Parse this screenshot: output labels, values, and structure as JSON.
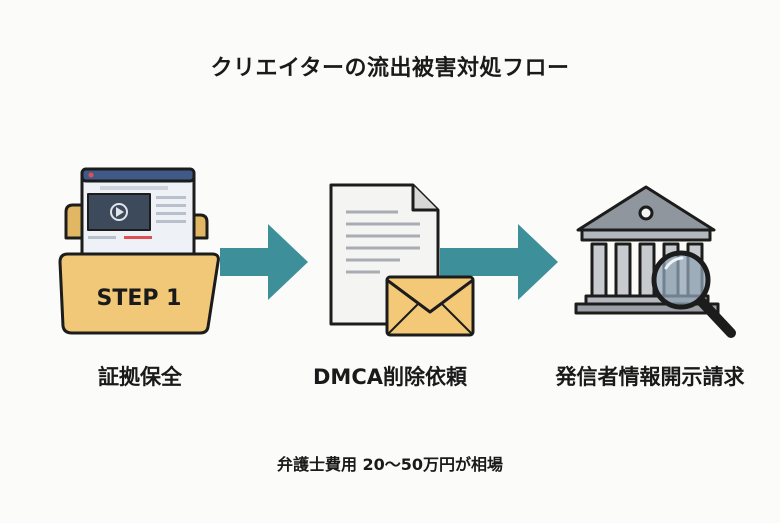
{
  "title": "クリエイターの流出被害対処フロー",
  "steps": [
    {
      "badge": "STEP 1",
      "label": "証拠保全",
      "icon": "folder-evidence-icon"
    },
    {
      "label": "DMCA削除依頼",
      "icon": "document-envelope-icon"
    },
    {
      "label": "発信者情報開示請求",
      "icon": "courthouse-magnifier-icon"
    }
  ],
  "footer": "弁護士費用 20〜50万円が相場",
  "colors": {
    "arrow": "#3d8f9a",
    "folder": "#f0c877",
    "outline": "#1c1c1c",
    "envelope": "#f3c978",
    "building": "#9aa0a6"
  }
}
